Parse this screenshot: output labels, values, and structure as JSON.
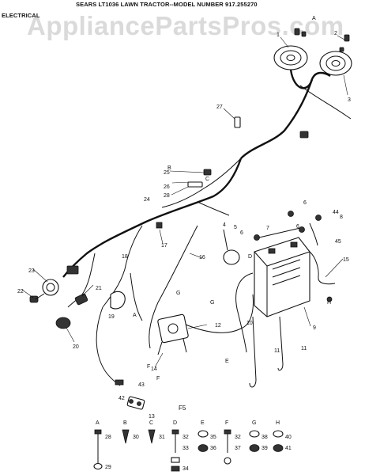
{
  "header": {
    "title": "SEARS LT1036 LAWN TRACTOR--MODEL NUMBER 917.255270",
    "section": "ELECTRICAL"
  },
  "watermark": "AppliancePartsPros.com",
  "figure_label": "F5",
  "callouts": {
    "p1": "1",
    "p2": "2",
    "p3": "3",
    "p4": "4",
    "p5": "5",
    "p6a": "6",
    "p6b": "6",
    "p6c": "6",
    "p7": "7",
    "p8": "8",
    "p9": "9",
    "p10": "10",
    "p11a": "11",
    "p11b": "11",
    "p12": "12",
    "p13": "13",
    "p14": "14",
    "p15": "15",
    "p16": "16",
    "p17": "17",
    "p18": "18",
    "p19": "19",
    "p20": "20",
    "p21": "21",
    "p22": "22",
    "p23": "23",
    "p24": "24",
    "p25": "25",
    "p26": "26",
    "p27": "27",
    "p28": "28",
    "p42": "42",
    "p43": "43",
    "p44": "44",
    "p45": "45",
    "lA": "A",
    "lA2": "A",
    "lB": "B",
    "lC": "C",
    "lD": "D",
    "lE": "E",
    "lF1": "F",
    "lF2": "F",
    "lG1": "G",
    "lG2": "G",
    "lH": "H"
  },
  "hardware": [
    {
      "letter": "A",
      "top": "28",
      "bottom": "29"
    },
    {
      "letter": "B",
      "top": "30",
      "bottom": ""
    },
    {
      "letter": "C",
      "top": "31",
      "bottom": ""
    },
    {
      "letter": "D",
      "top": "32",
      "bottom": "33",
      "extra": "34"
    },
    {
      "letter": "E",
      "top": "35",
      "bottom": "36"
    },
    {
      "letter": "F",
      "top": "32",
      "bottom": "37"
    },
    {
      "letter": "G",
      "top": "38",
      "bottom": "39"
    },
    {
      "letter": "H",
      "top": "40",
      "bottom": "41"
    }
  ]
}
